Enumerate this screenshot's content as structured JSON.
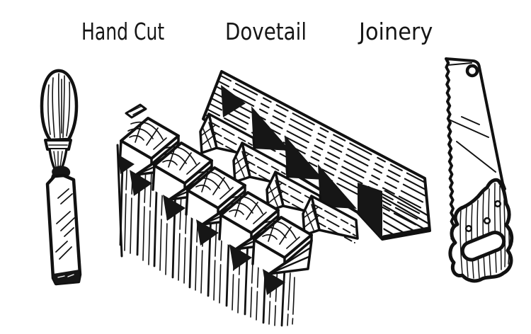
{
  "page": {
    "background_color": "#ffffff",
    "ink_color": "#111111"
  },
  "title": {
    "full_text": "Hand Cut Dovetail Joinery",
    "words": [
      {
        "text": "Hand Cut"
      },
      {
        "text": "Dovetail"
      },
      {
        "text": "Joinery"
      }
    ]
  },
  "illustrations": {
    "left": {
      "label": "wood chisel"
    },
    "center": {
      "label": "dovetail joint boards"
    },
    "right": {
      "label": "hand saw"
    }
  }
}
